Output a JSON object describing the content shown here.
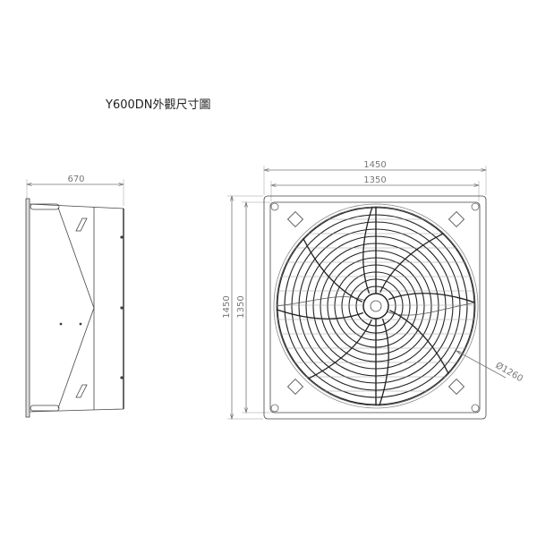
{
  "title": "Y600DN外觀尺寸圖",
  "side_view": {
    "depth_label": "670"
  },
  "front_view": {
    "outer_width_label": "1450",
    "inner_width_label": "1350",
    "outer_height_label": "1450",
    "inner_height_label": "1350",
    "diameter_label": "Ø1260"
  }
}
